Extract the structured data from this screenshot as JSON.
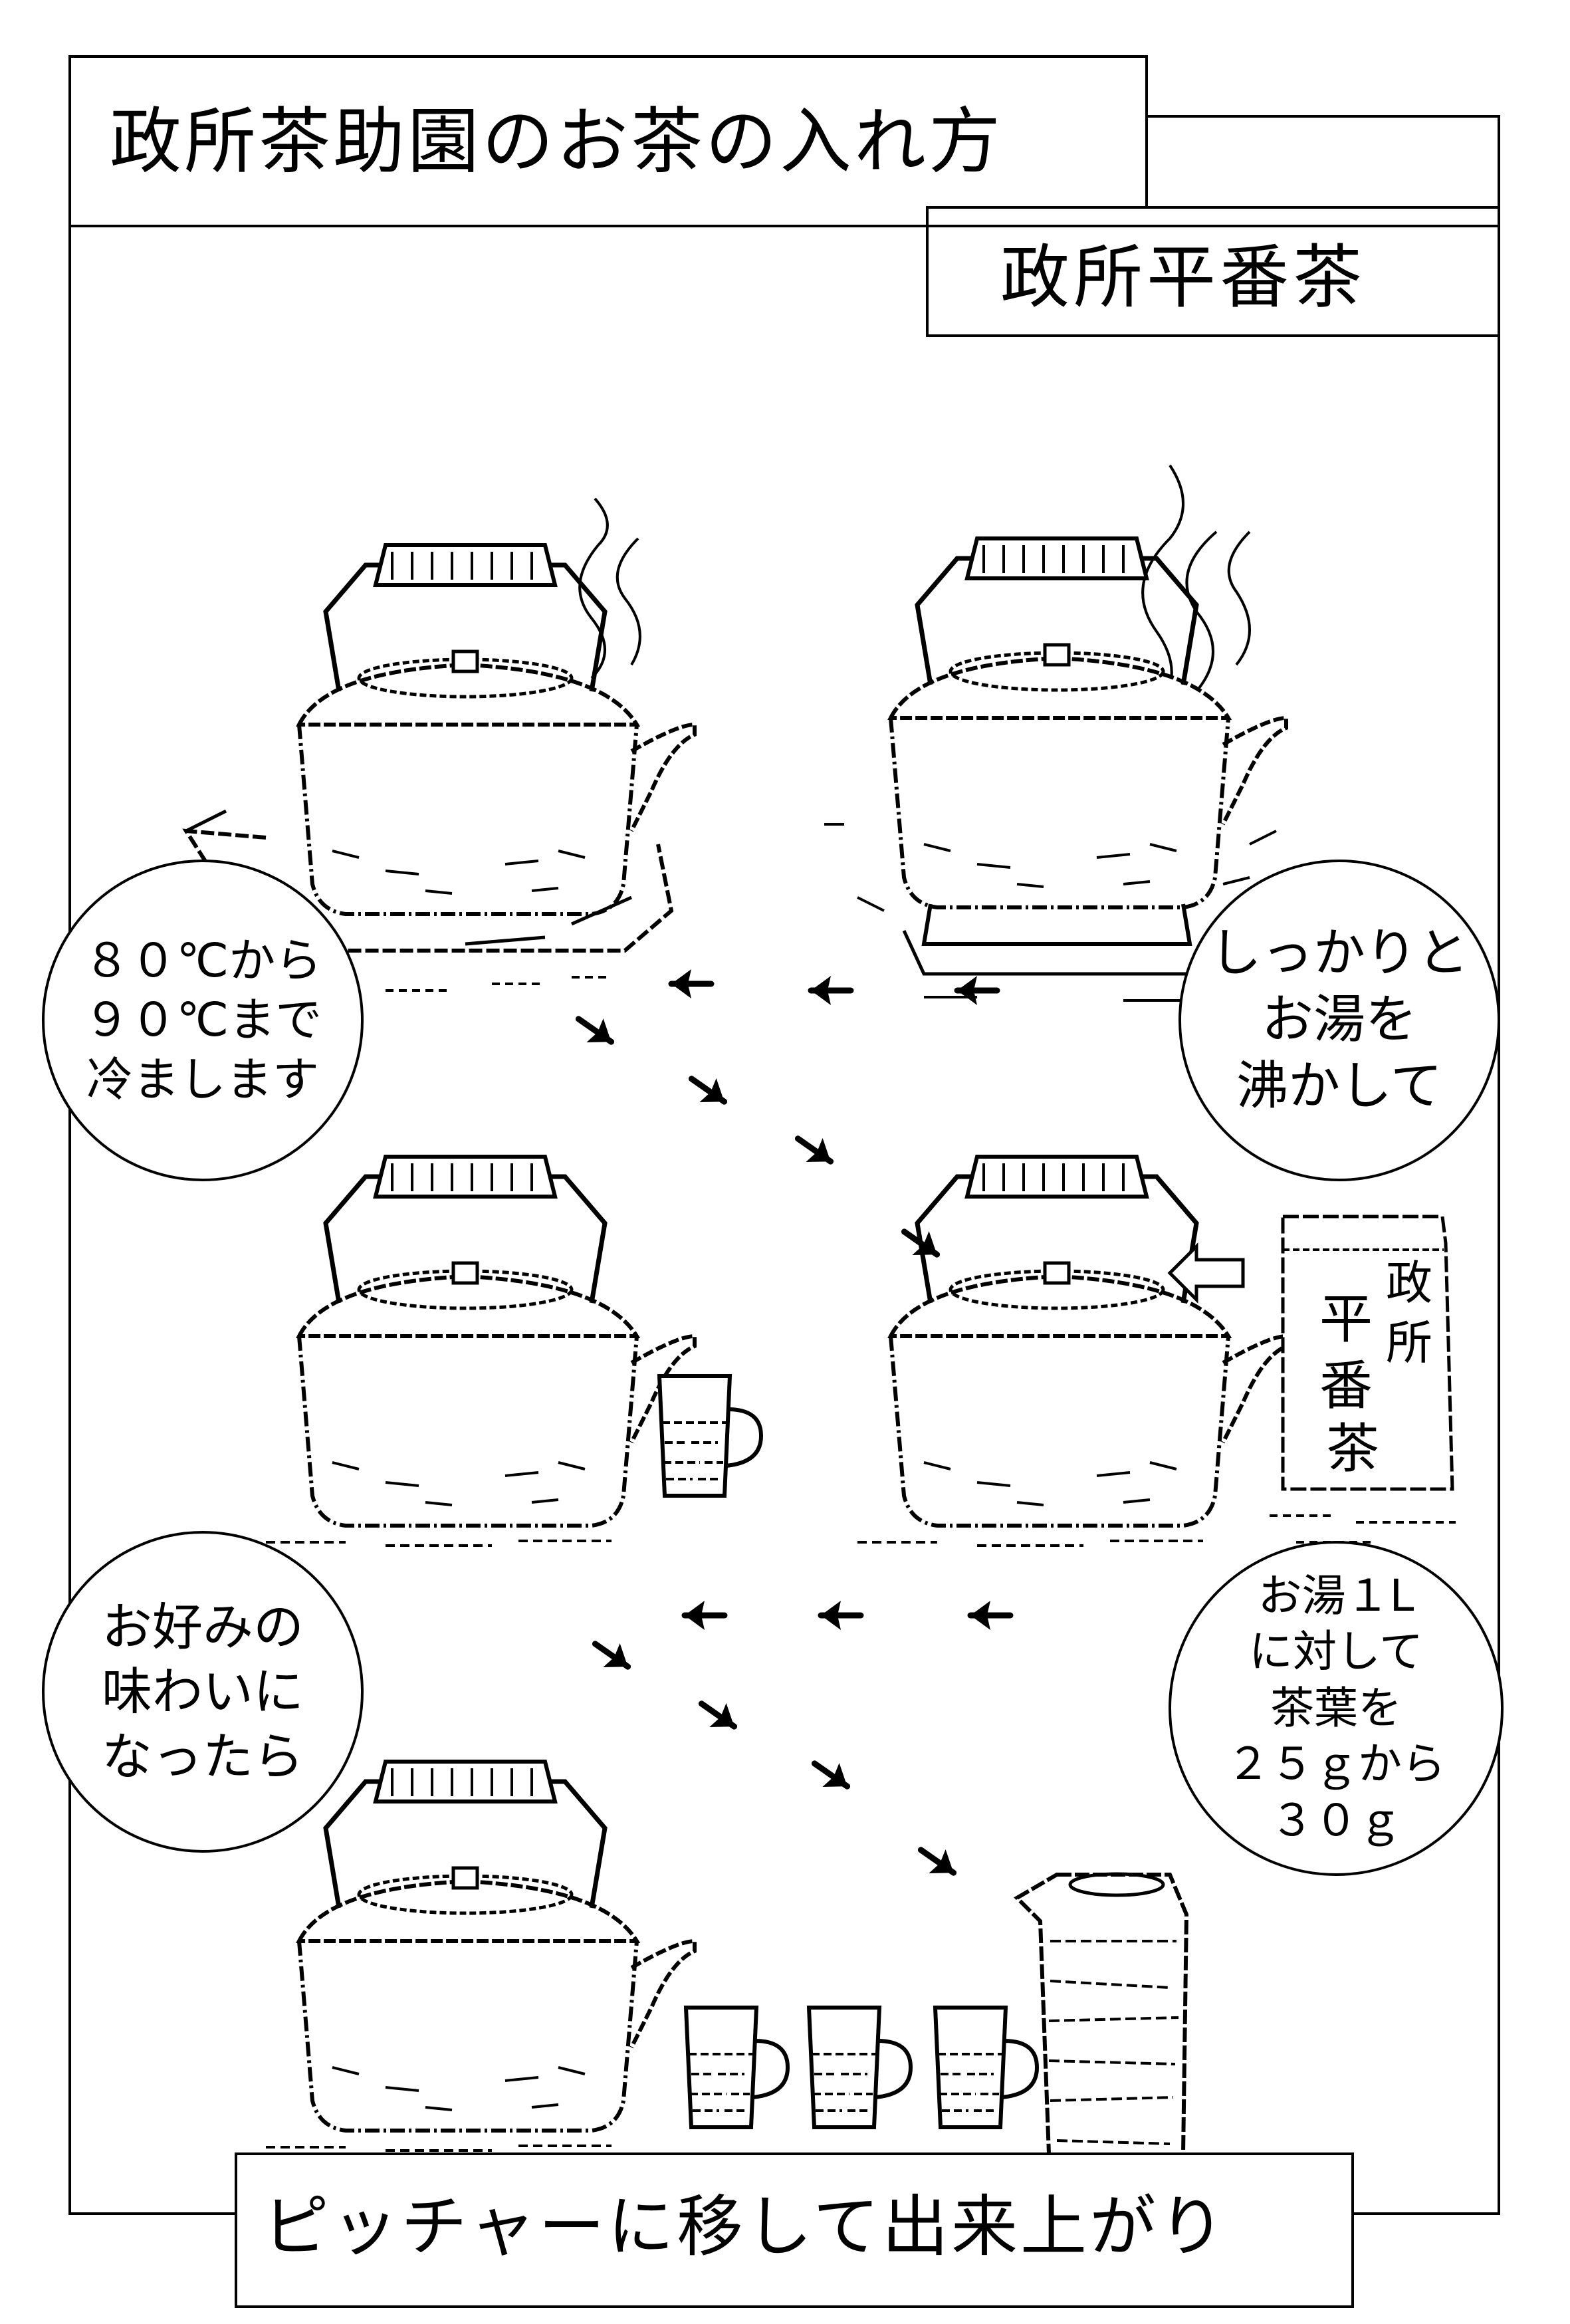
{
  "title": "政所茶助園のお茶の入れ方",
  "subtitle": "政所平番茶",
  "steps": [
    {
      "lines": [
        "しっかりと",
        "お湯を",
        "沸かして"
      ]
    },
    {
      "lines": [
        "お湯１L",
        "に対して",
        "茶葉を",
        "２５ｇから",
        "３０ｇ"
      ]
    },
    {
      "lines": [
        "８０℃から",
        "９０℃まで",
        "冷まします"
      ]
    },
    {
      "lines": [
        "お好みの",
        "味わいに",
        "なったら"
      ]
    }
  ],
  "tea_bag_label": [
    "政",
    "所",
    "平",
    "番",
    "茶"
  ],
  "footer": "ピッチャーに移して出来上がり",
  "icons": [
    "kettle-on-brazier-icon",
    "kettle-on-stove-icon",
    "kettle-icon",
    "tea-bag-icon",
    "cup-icon",
    "pitcher-icon",
    "arrow-icon",
    "steam-icon"
  ]
}
